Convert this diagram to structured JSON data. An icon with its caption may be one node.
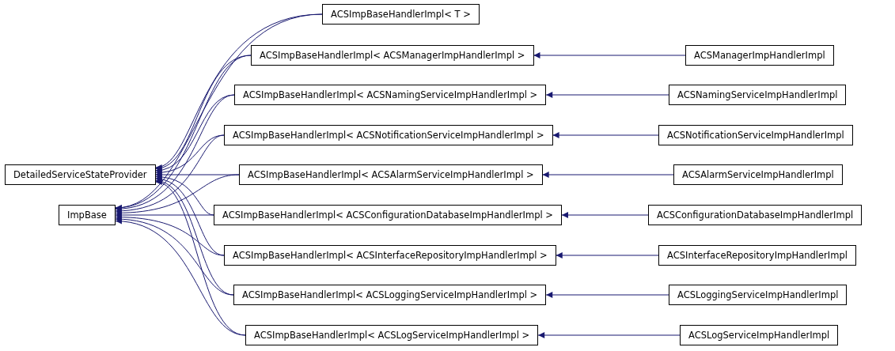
{
  "diagram": {
    "nodes": [
      {
        "text": [
          "DetailedServiceStateProvider"
        ]
      },
      {
        "text": [
          "ImpBase"
        ]
      },
      {
        "text": [
          "ACSImpBaseHandlerImpl< T >"
        ]
      },
      {
        "text": [
          "ACSImpBaseHandlerImpl< ACSManagerImpHandlerImpl >"
        ]
      },
      {
        "text": [
          "ACSImpBaseHandlerImpl< ACSNamingServiceImpHandlerImpl >"
        ]
      },
      {
        "text": [
          "ACSImpBaseHandlerImpl< ACSNotificationServiceImpHandlerImpl >"
        ]
      },
      {
        "text": [
          "ACSImpBaseHandlerImpl< ACSAlarmServiceImpHandlerImpl >"
        ]
      },
      {
        "text": [
          "ACSImpBaseHandlerImpl< ACSConfigurationDatabaseImpHandlerImpl >"
        ]
      },
      {
        "text": [
          "ACSImpBaseHandlerImpl< ACSInterfaceRepositoryImpHandlerImpl >"
        ]
      },
      {
        "text": [
          "ACSImpBaseHandlerImpl< ACSLoggingServiceImpHandlerImpl >"
        ]
      },
      {
        "text": [
          "ACSImpBaseHandlerImpl< ACSLogServiceImpHandlerImpl >"
        ]
      },
      {
        "text": [
          "ACSManagerImpHandlerImpl"
        ]
      },
      {
        "text": [
          "ACSNamingServiceImpHandlerImpl"
        ]
      },
      {
        "text": [
          "ACSNotificationServiceImpHandlerImpl"
        ]
      },
      {
        "text": [
          "ACSAlarmServiceImpHandlerImpl"
        ]
      },
      {
        "text": [
          "ACSConfigurationDatabaseImpHandlerImpl"
        ]
      },
      {
        "text": [
          "ACSInterfaceRepositoryImpHandlerImpl"
        ]
      },
      {
        "text": [
          "ACSLoggingServiceImpHandlerImpl"
        ]
      },
      {
        "text": [
          "ACSLogServiceImpHandlerImpl"
        ]
      }
    ],
    "edges": [
      {
        "from": 2,
        "to": 0,
        "arrow": "to"
      },
      {
        "from": 2,
        "to": 1,
        "arrow": "to"
      },
      {
        "from": 3,
        "to": 0,
        "arrow": "to"
      },
      {
        "from": 3,
        "to": 1,
        "arrow": "to"
      },
      {
        "from": 4,
        "to": 0,
        "arrow": "to"
      },
      {
        "from": 4,
        "to": 1,
        "arrow": "to"
      },
      {
        "from": 5,
        "to": 0,
        "arrow": "to"
      },
      {
        "from": 5,
        "to": 1,
        "arrow": "to"
      },
      {
        "from": 6,
        "to": 0,
        "arrow": "to"
      },
      {
        "from": 6,
        "to": 1,
        "arrow": "to"
      },
      {
        "from": 7,
        "to": 0,
        "arrow": "to"
      },
      {
        "from": 7,
        "to": 1,
        "arrow": "to"
      },
      {
        "from": 8,
        "to": 0,
        "arrow": "to"
      },
      {
        "from": 8,
        "to": 1,
        "arrow": "to"
      },
      {
        "from": 9,
        "to": 0,
        "arrow": "to"
      },
      {
        "from": 9,
        "to": 1,
        "arrow": "to"
      },
      {
        "from": 10,
        "to": 0,
        "arrow": "to"
      },
      {
        "from": 10,
        "to": 1,
        "arrow": "to"
      },
      {
        "from": 11,
        "to": 3,
        "arrow": "to"
      },
      {
        "from": 12,
        "to": 4,
        "arrow": "to"
      },
      {
        "from": 13,
        "to": 5,
        "arrow": "to"
      },
      {
        "from": 14,
        "to": 6,
        "arrow": "to"
      },
      {
        "from": 15,
        "to": 7,
        "arrow": "to"
      },
      {
        "from": 16,
        "to": 8,
        "arrow": "to"
      },
      {
        "from": 17,
        "to": 9,
        "arrow": "to"
      },
      {
        "from": 18,
        "to": 10,
        "arrow": "to"
      }
    ]
  }
}
